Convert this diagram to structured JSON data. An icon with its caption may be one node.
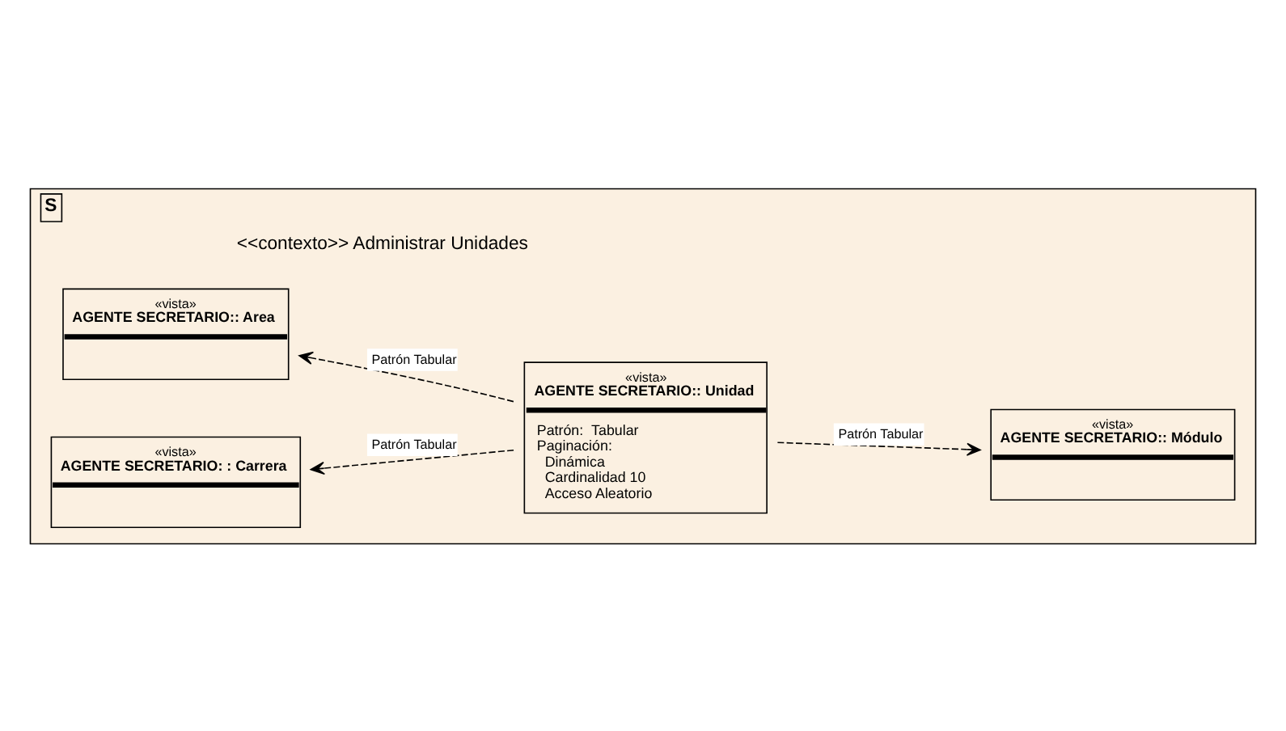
{
  "diagram": {
    "nodes": [
      {
        "text": [
          "S",
          "<<contexto>> Administrar Unidades"
        ]
      },
      {
        "text": [
          "«vista»",
          "AGENTE SECRETARIO:: Area"
        ],
        "in": 0
      },
      {
        "text": [
          "«vista»",
          "AGENTE SECRETARIO:: Unidad",
          "Patrón:  Tabular",
          "Paginación:",
          "Dinámica",
          "Cardinalidad 10",
          "Acceso Aleatorio"
        ],
        "in": 0
      },
      {
        "text": [
          "«vista»",
          "AGENTE SECRETARIO:: Módulo"
        ],
        "in": 0
      },
      {
        "text": [
          "«vista»",
          "AGENTE SECRETARIO: : Carrera"
        ],
        "in": 0
      }
    ],
    "edges": [
      {
        "from": 2,
        "to": 1,
        "arrow": "to",
        "style": "dashed",
        "label": "Patrón Tabular"
      },
      {
        "from": 2,
        "to": 4,
        "arrow": "to",
        "style": "dashed",
        "label": "Patrón Tabular"
      },
      {
        "from": 2,
        "to": 3,
        "arrow": "to",
        "style": "dashed",
        "label": "Patrón Tabular"
      }
    ]
  }
}
